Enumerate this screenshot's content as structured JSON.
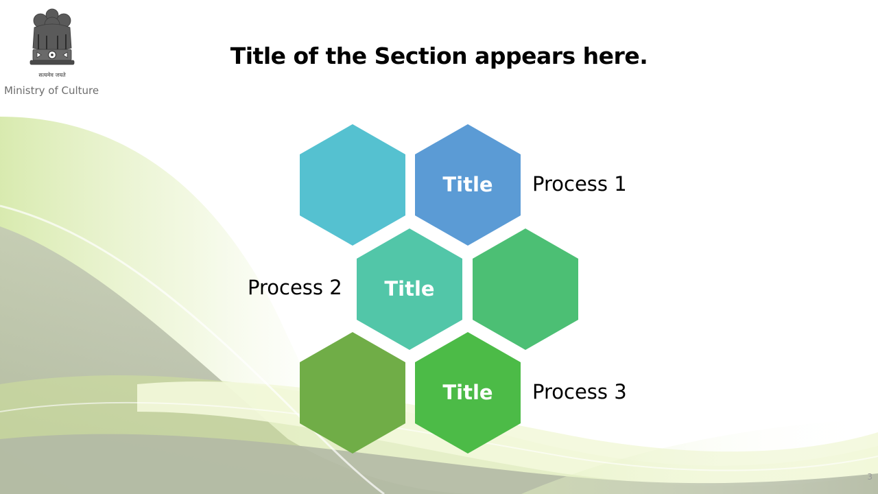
{
  "header": {
    "emblem_motto": "सत्यमेव जयते",
    "org_name": "Ministry of Culture"
  },
  "slide": {
    "title": "Title of the Section appears here.",
    "number": "3"
  },
  "hexagons": [
    {
      "id": "hex-row1-left",
      "title": "",
      "color": "#55c1d0"
    },
    {
      "id": "hex-row1-right",
      "title": "Title",
      "color": "#5b9bd5"
    },
    {
      "id": "hex-row2-left",
      "title": "Title",
      "color": "#52c6a8"
    },
    {
      "id": "hex-row2-right",
      "title": "",
      "color": "#4cbf74"
    },
    {
      "id": "hex-row3-left",
      "title": "",
      "color": "#70ad47"
    },
    {
      "id": "hex-row3-right",
      "title": "Title",
      "color": "#4cbb47"
    }
  ],
  "processes": [
    {
      "label": "Process 1"
    },
    {
      "label": "Process 2"
    },
    {
      "label": "Process 3"
    }
  ],
  "theme": {
    "background_wave_green": "#c9df9a",
    "background_wave_gray": "#b6bca9"
  }
}
